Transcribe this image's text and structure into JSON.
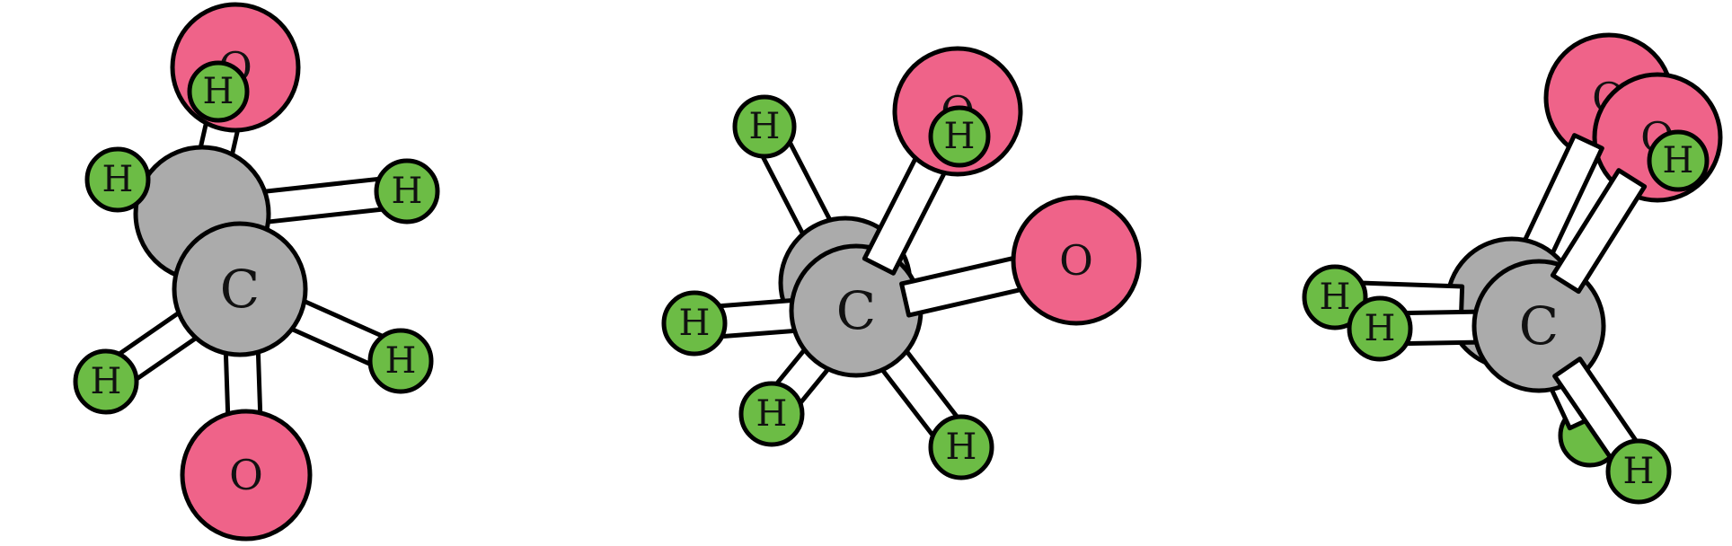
{
  "colors": {
    "carbon": "#ababab",
    "oxygen": "#ef6389",
    "hydrogen": "#6cbc45",
    "bond": "#ffffff",
    "outline": "#000000",
    "background": "#ffffff"
  },
  "molecules": [
    {
      "view": "1",
      "atoms": [
        {
          "element": "carbon",
          "label": ""
        },
        {
          "element": "carbon",
          "label": "C"
        },
        {
          "element": "oxygen",
          "label": "O"
        },
        {
          "element": "hydrogen",
          "label": "H"
        },
        {
          "element": "hydrogen",
          "label": "H"
        },
        {
          "element": "hydrogen",
          "label": "H"
        },
        {
          "element": "hydrogen",
          "label": "H"
        },
        {
          "element": "hydrogen",
          "label": "H"
        },
        {
          "element": "oxygen",
          "label": "O"
        }
      ]
    },
    {
      "view": "2",
      "atoms": [
        {
          "element": "carbon",
          "label": ""
        },
        {
          "element": "carbon",
          "label": "C"
        },
        {
          "element": "hydrogen",
          "label": "H"
        },
        {
          "element": "oxygen",
          "label": "O"
        },
        {
          "element": "hydrogen",
          "label": "H"
        },
        {
          "element": "oxygen",
          "label": "O"
        },
        {
          "element": "hydrogen",
          "label": "H"
        },
        {
          "element": "hydrogen",
          "label": "H"
        },
        {
          "element": "hydrogen",
          "label": "H"
        }
      ]
    },
    {
      "view": "3",
      "atoms": [
        {
          "element": "carbon",
          "label": ""
        },
        {
          "element": "carbon",
          "label": "C"
        },
        {
          "element": "oxygen",
          "label": "O"
        },
        {
          "element": "oxygen",
          "label": "O"
        },
        {
          "element": "hydrogen",
          "label": "H"
        },
        {
          "element": "hydrogen",
          "label": "H"
        },
        {
          "element": "hydrogen",
          "label": "H"
        },
        {
          "element": "hydrogen",
          "label": ""
        },
        {
          "element": "hydrogen",
          "label": "H"
        }
      ]
    }
  ]
}
